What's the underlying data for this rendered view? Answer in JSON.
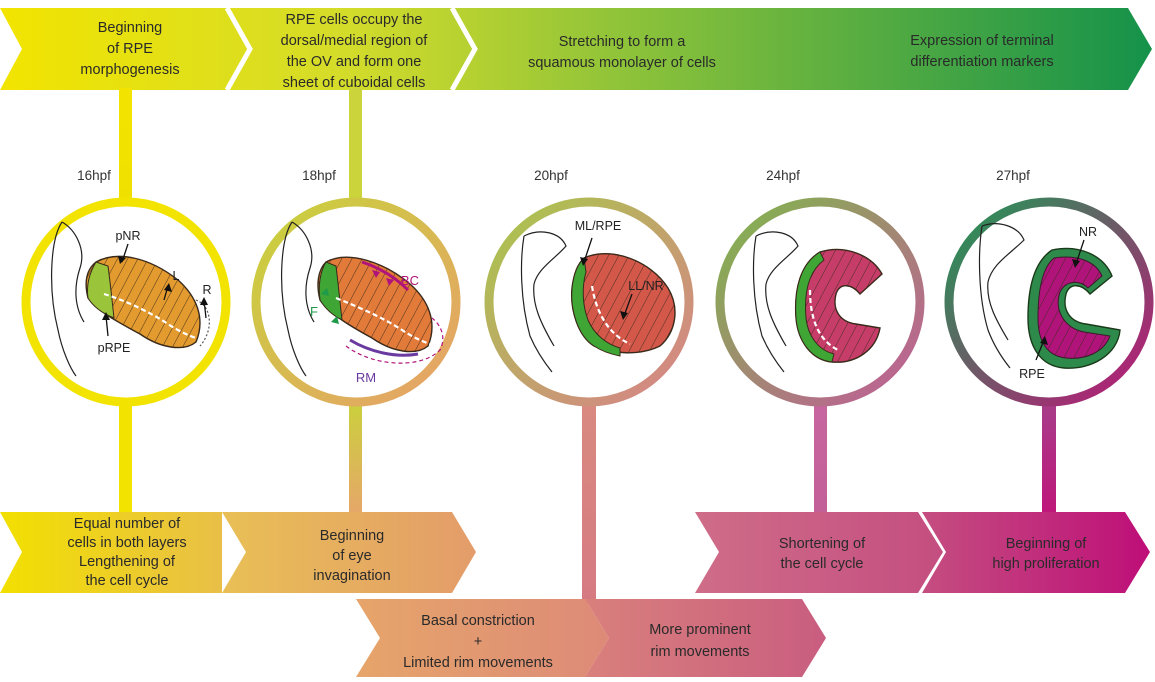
{
  "top_arrows": [
    {
      "lines": [
        "Beginning",
        "of RPE",
        "morphogenesis"
      ]
    },
    {
      "lines": [
        "RPE cells occupy  the",
        "dorsal/medial region of",
        "the OV and form one",
        "sheet of cuboidal cells"
      ]
    },
    {
      "lines": [
        "Stretching to form a",
        "squamous monolayer of cells"
      ]
    },
    {
      "lines": [
        "Expression of terminal",
        "differentiation markers"
      ]
    }
  ],
  "timepoints": [
    {
      "label": "16hpf",
      "annotations": [
        "pNR",
        "L",
        "R",
        "pRPE"
      ]
    },
    {
      "label": "18hpf",
      "annotations": [
        "BC",
        "F",
        "RM"
      ]
    },
    {
      "label": "20hpf",
      "annotations": [
        "ML/RPE",
        "LL/NR"
      ]
    },
    {
      "label": "24hpf",
      "annotations": []
    },
    {
      "label": "27hpf",
      "annotations": [
        "NR",
        "RPE"
      ]
    }
  ],
  "bottom_arrows": [
    {
      "lines": [
        "Equal number of",
        "cells in both layers",
        "Lengthening of",
        "the cell cycle"
      ]
    },
    {
      "lines": [
        "Beginning",
        "of eye",
        "invagination"
      ]
    },
    {
      "lines": [
        "Shortening of",
        "the cell cycle"
      ]
    },
    {
      "lines": [
        "Beginning of",
        "high proliferation"
      ]
    }
  ],
  "lower_arrows": [
    {
      "lines": [
        "Basal constriction",
        "+",
        "Limited rim movements"
      ]
    },
    {
      "lines": [
        "More prominent",
        "rim movements"
      ]
    }
  ],
  "colors": {
    "yellow": "#f2e400",
    "lime": "#c8d43a",
    "green": "#1f9a4a",
    "orange": "#e8a35a",
    "salmon": "#d98a80",
    "rose": "#c9607e",
    "magenta": "#c0137a",
    "rpe_green": "#3fa535",
    "tissue_orange": "#e39a2e",
    "tissue_red": "#d3584a",
    "tissue_pink": "#c73d6a",
    "tissue_magenta": "#b0147a"
  }
}
